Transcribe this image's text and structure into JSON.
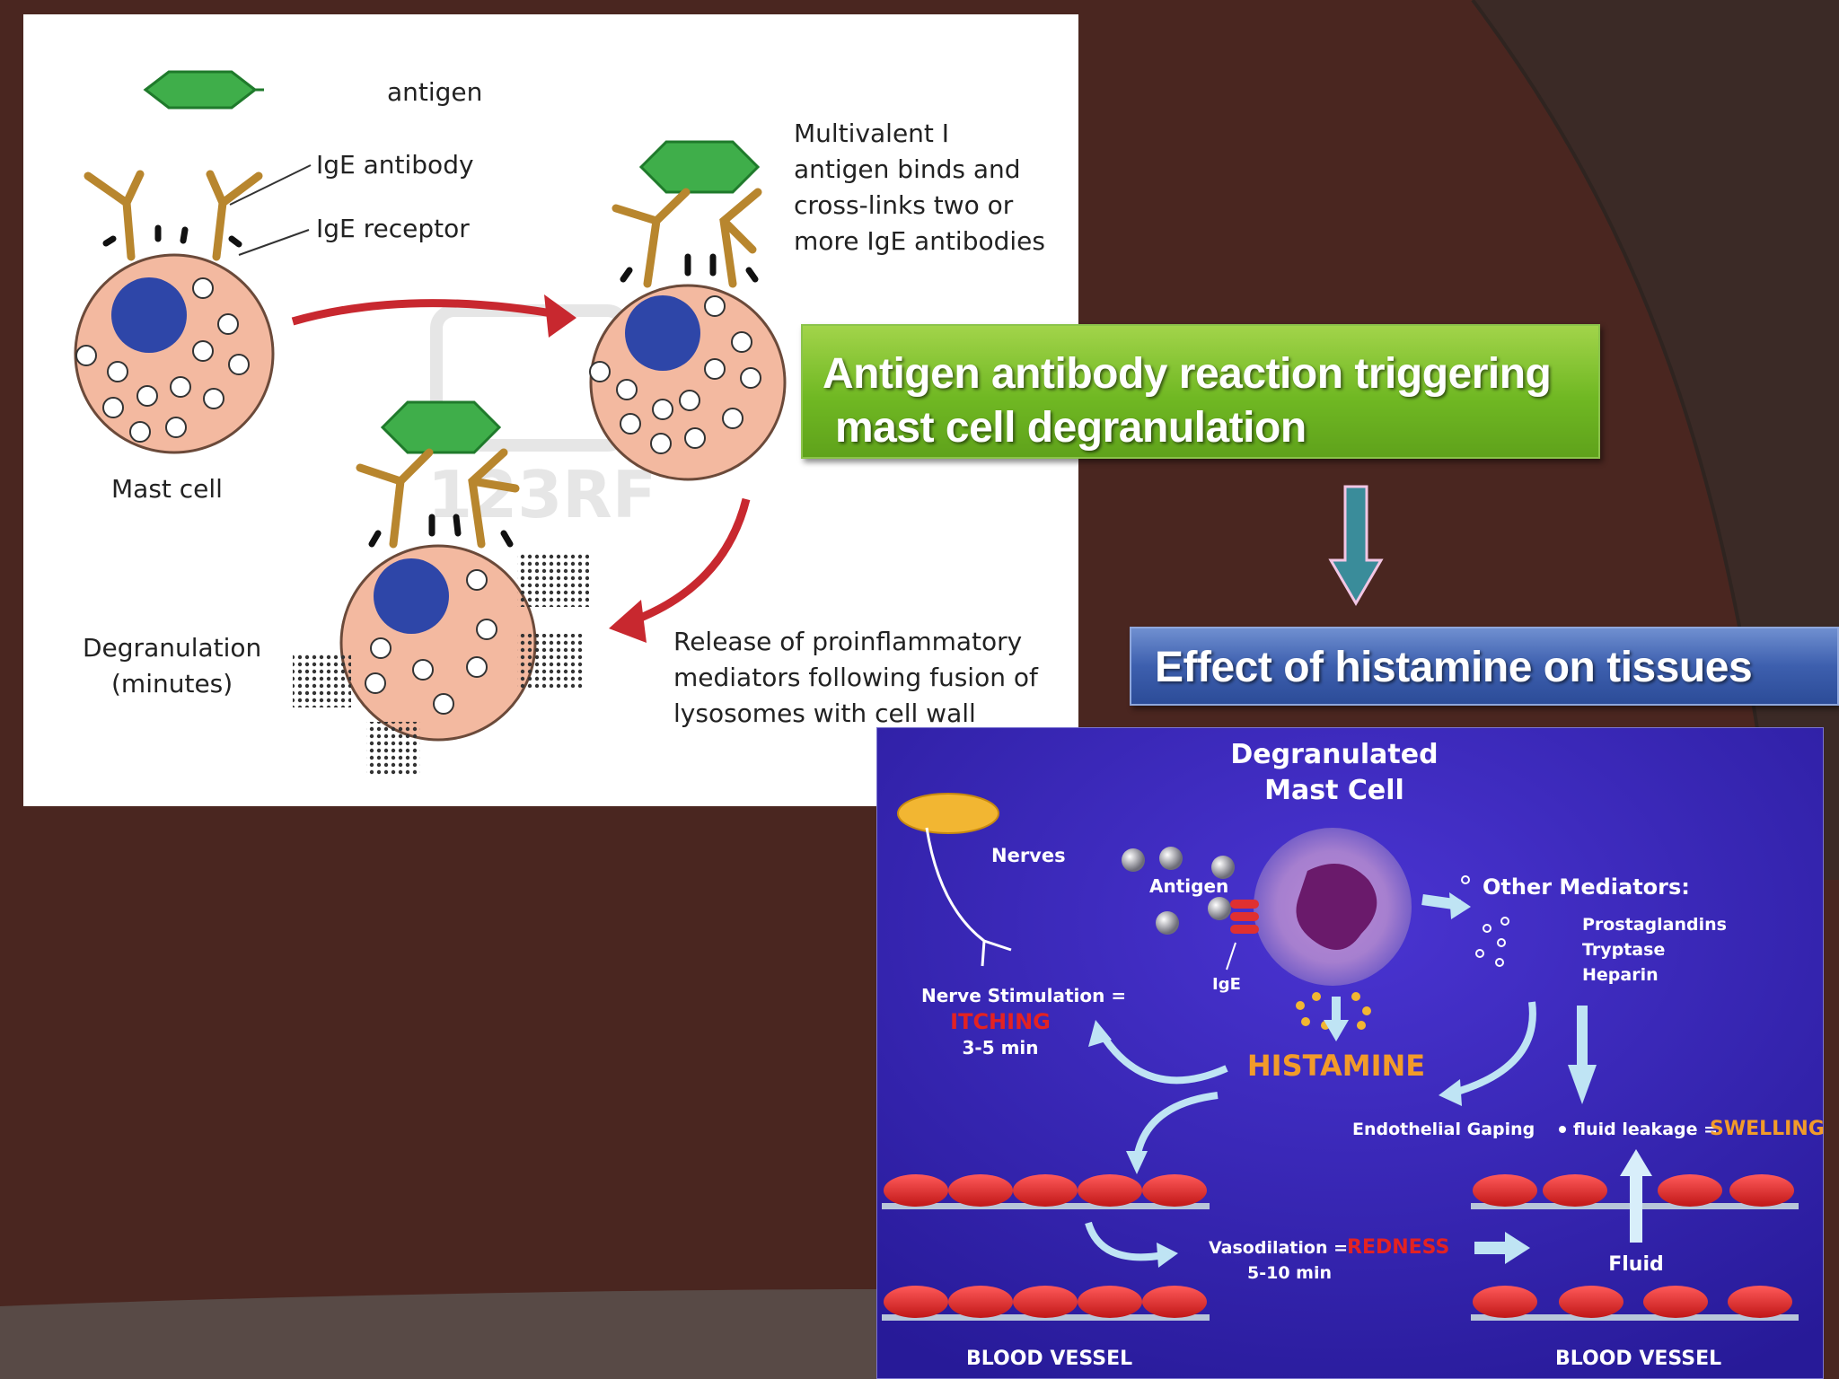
{
  "colors": {
    "slide_background": "#4a2620",
    "arc_band": "#3b2a26",
    "bottom_band": "#584a46",
    "green_banner": "#6fb522",
    "blue_banner": "#3d5fae",
    "arrow_teal": "#3a8c9a",
    "bottom_figure_bg": "#3523b5"
  },
  "top_figure": {
    "antigen_label": "antigen",
    "ige_antibody_label": "IgE antibody",
    "ige_receptor_label": "IgE receptor",
    "mast_cell_label": "Mast cell",
    "multivalent_lines": [
      "Multivalent       I",
      "antigen binds and",
      "cross-links two or",
      "more IgE antibodies"
    ],
    "degranulation_lines": [
      "Degranulation",
      "(minutes)"
    ],
    "release_lines": [
      "Release of proinflammatory",
      "mediators following fusion of",
      "lysosomes with cell wall"
    ],
    "watermark": "123RF"
  },
  "green_banner": {
    "line1": "Antigen antibody reaction triggering",
    "line2": "mast cell degranulation"
  },
  "blue_banner": {
    "text": "Effect of histamine on tissues"
  },
  "bottom_figure": {
    "title_lines": [
      "Degranulated",
      "Mast Cell"
    ],
    "nerves": "Nerves",
    "antigen": "Antigen",
    "ige": "IgE",
    "other_mediators": "Other Mediators:",
    "mediators": [
      "Prostaglandins",
      "Tryptase",
      "Heparin"
    ],
    "nerve_stimulation": "Nerve Stimulation =",
    "itching": "ITCHING",
    "itching_time": "3-5 min",
    "histamine": "HISTAMINE",
    "endothelial": "Endothelial Gaping",
    "fluid_leakage": "fluid leakage =",
    "swelling": "SWELLING",
    "vasodilation": "Vasodilation =",
    "redness": "REDNESS",
    "vaso_time": "5-10 min",
    "fluid": "Fluid",
    "blood_vessel_left": "BLOOD VESSEL",
    "blood_vessel_right": "BLOOD VESSEL"
  }
}
